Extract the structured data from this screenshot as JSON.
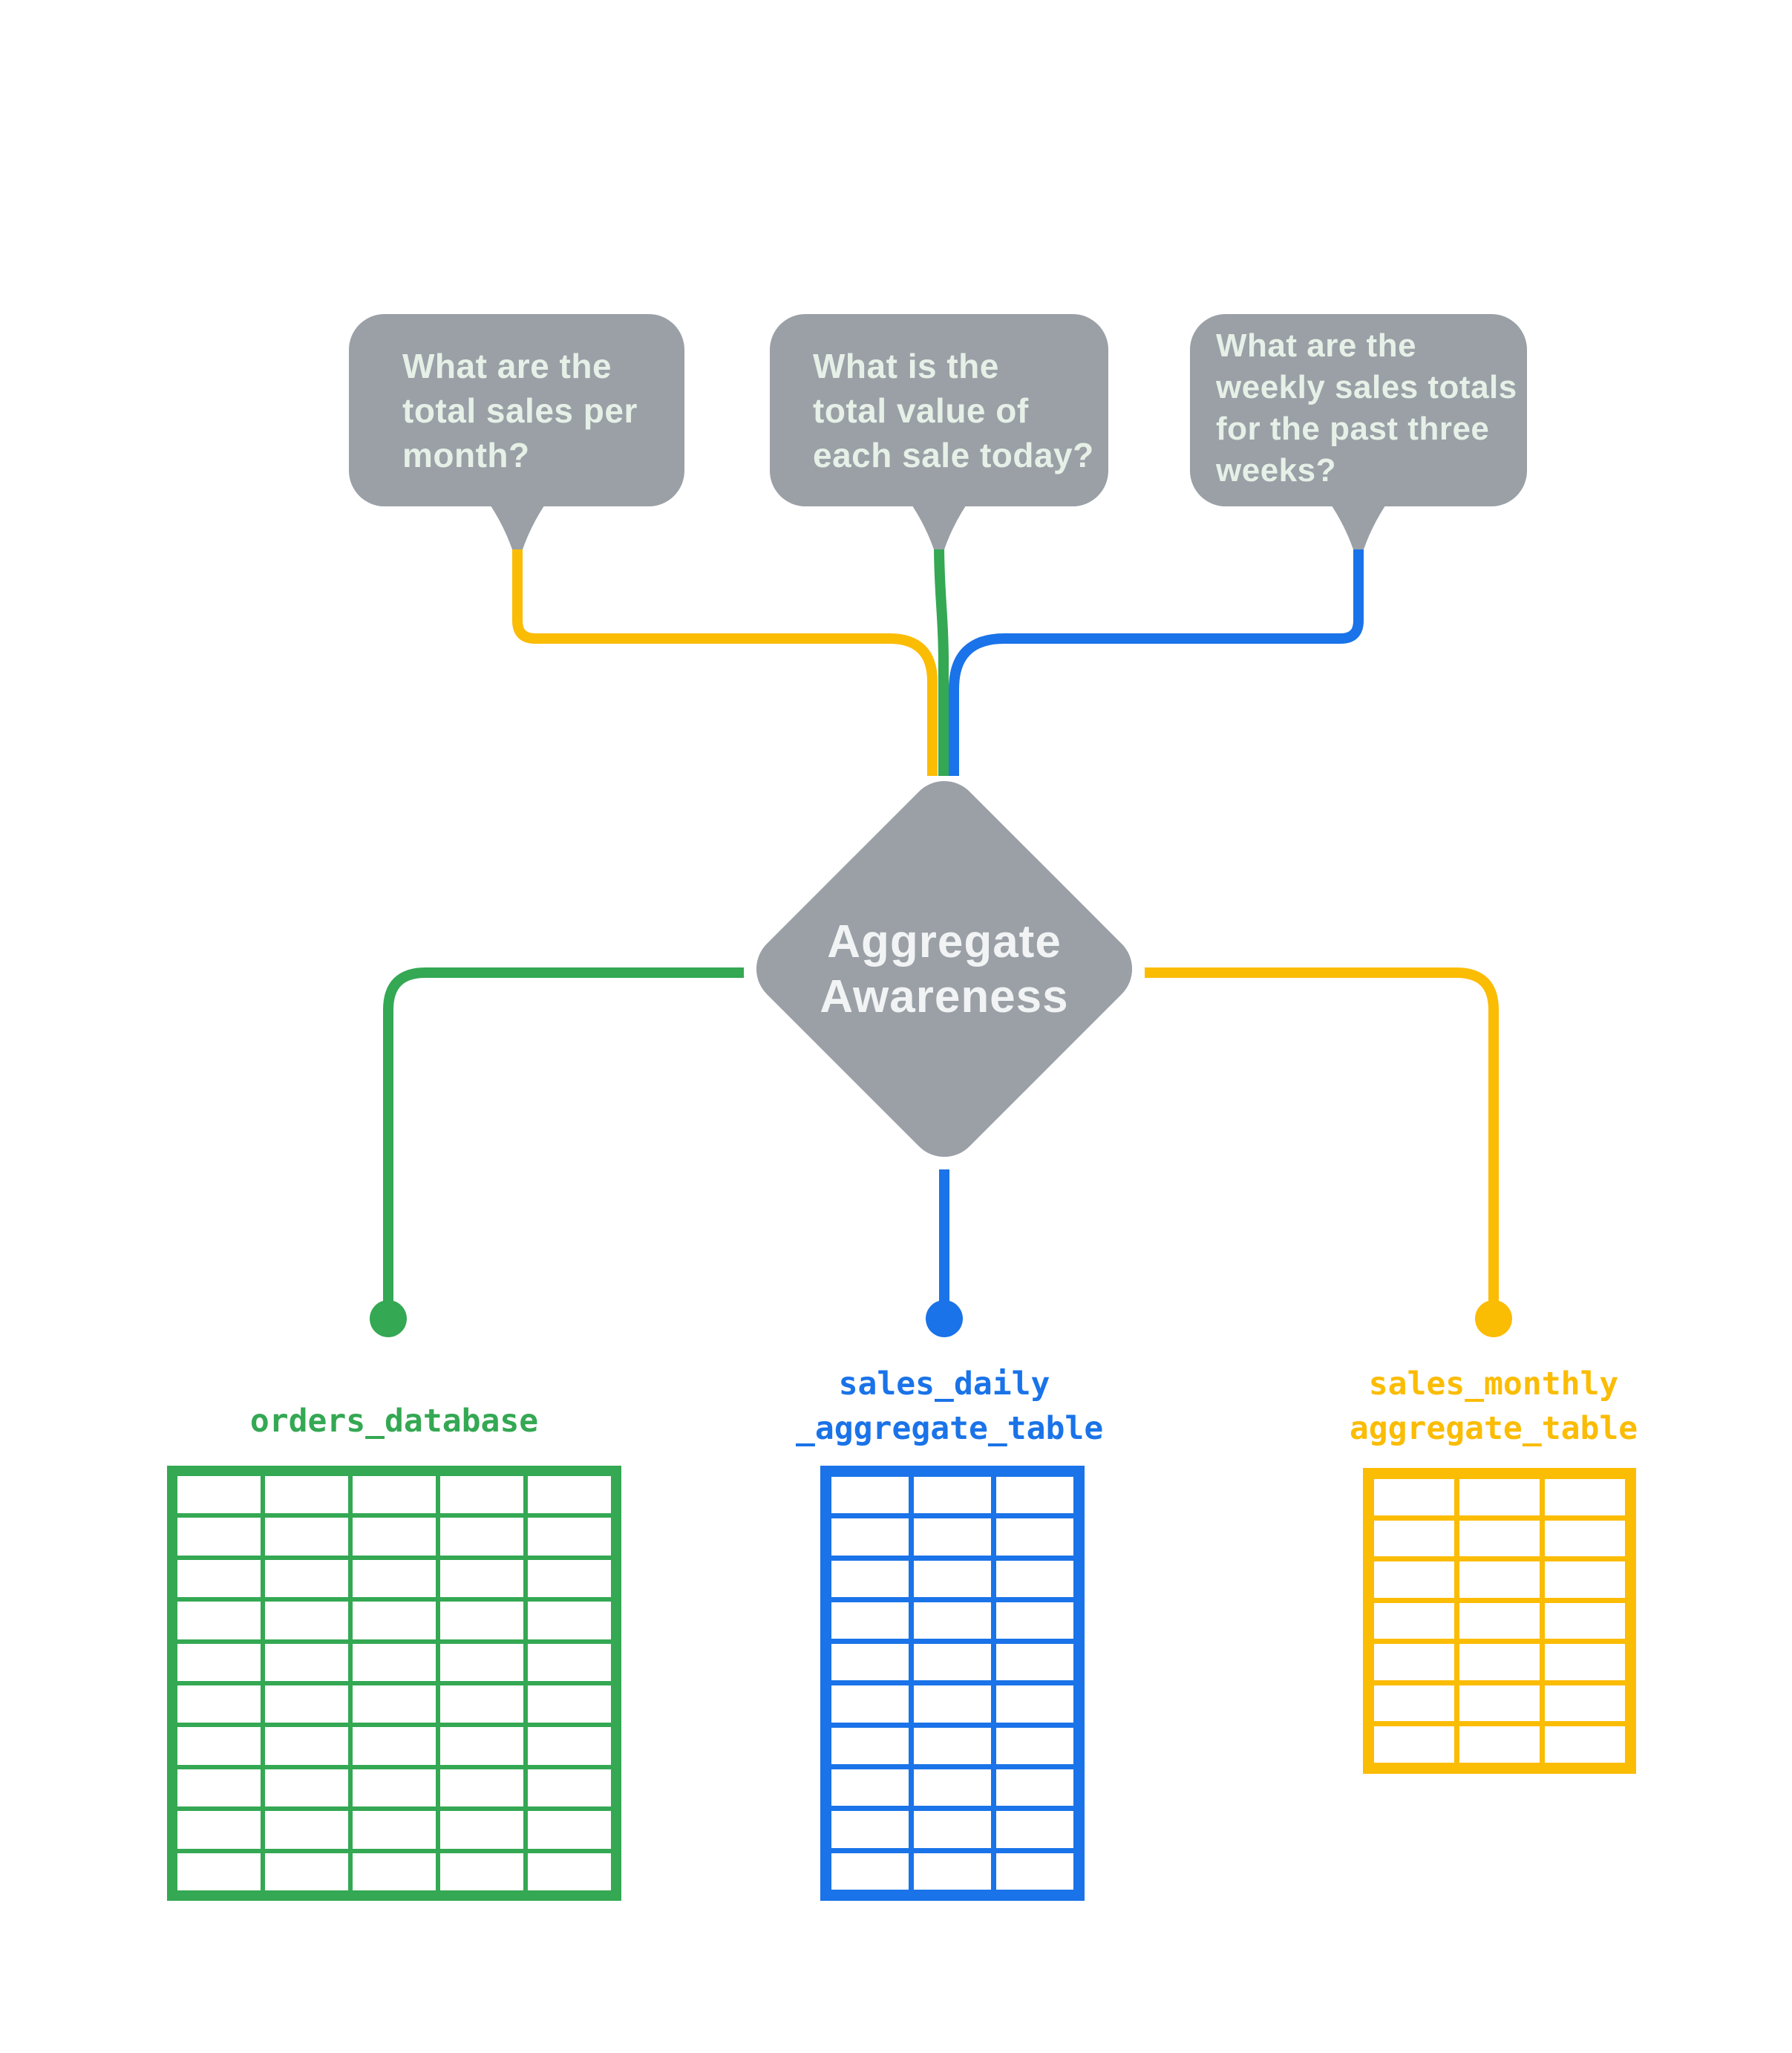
{
  "colors": {
    "green": "#34A853",
    "blue": "#1A73E8",
    "yellow": "#FBBC04",
    "gray": "#9AA0A6",
    "bubble_text": "#E6F0E7",
    "diamond_text": "#F1F3F4",
    "background": "#FFFFFF"
  },
  "bubbles": [
    {
      "id": "monthly-question",
      "connector_color": "#FBBC04",
      "lines": [
        "What are the",
        "total sales per",
        "month?"
      ]
    },
    {
      "id": "daily-question",
      "connector_color": "#34A853",
      "lines": [
        "What is the",
        "total value of",
        "each sale today?"
      ]
    },
    {
      "id": "weekly-question",
      "connector_color": "#1A73E8",
      "lines": [
        "What are the",
        "weekly sales totals",
        "for the past three",
        "weeks?"
      ]
    }
  ],
  "diamond": {
    "lines": [
      "Aggregate",
      "Awareness"
    ]
  },
  "tables": [
    {
      "id": "orders-database",
      "color": "#34A853",
      "label_lines": [
        "orders_database"
      ],
      "rows": 10,
      "cols": 5
    },
    {
      "id": "sales-daily-aggregate-table",
      "color": "#1A73E8",
      "label_lines": [
        "sales_daily",
        "_aggregate_table"
      ],
      "rows": 10,
      "cols": 3
    },
    {
      "id": "sales-monthly-aggregate-table",
      "color": "#FBBC04",
      "label_lines": [
        "sales_monthly",
        "aggregate_table"
      ],
      "rows": 7,
      "cols": 3
    }
  ]
}
